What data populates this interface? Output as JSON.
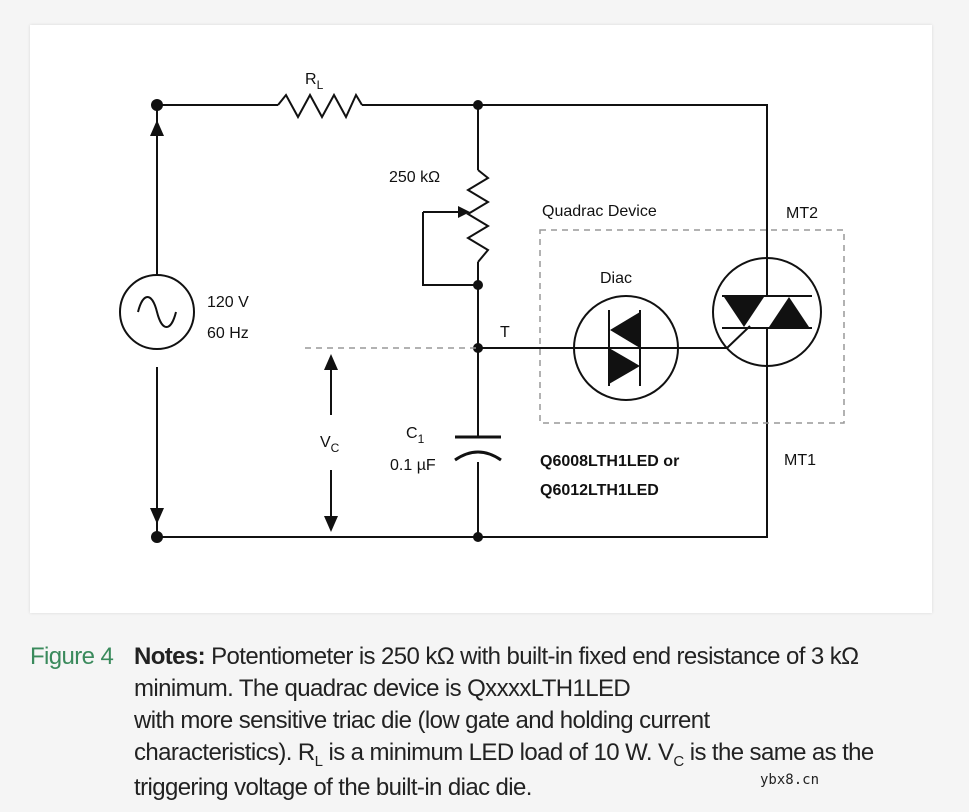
{
  "diagram": {
    "labels": {
      "rl": "R",
      "rl_sub": "L",
      "pot": "250 kΩ",
      "source_v": "120 V",
      "source_f": "60 Hz",
      "t": "T",
      "vc": "V",
      "vc_sub": "C",
      "c1": "C",
      "c1_sub": "1",
      "c1_val": "0.1 µF",
      "quadrac": "Quadrac Device",
      "diac": "Diac",
      "mt2": "MT2",
      "mt1": "MT1",
      "part1": "Q6008LTH1LED or",
      "part2": "Q6012LTH1LED"
    }
  },
  "caption": {
    "figure": "Figure 4",
    "notes_label": "Notes:",
    "line1": " Potentiometer is 250 kΩ with built-in fixed end resistance of 3 kΩ",
    "line2": "minimum. The quadrac device is QxxxxLTH1LED",
    "line3": "with more sensitive triac die (low gate and holding current",
    "line4a": "characteristics). R",
    "line4_sub1": "L",
    "line4b": " is a minimum LED load of 10 W. V",
    "line4_sub2": "C",
    "line4c": " is the same as the",
    "line5": "triggering voltage of the built-in diac die."
  },
  "watermark": "ybx8.cn"
}
